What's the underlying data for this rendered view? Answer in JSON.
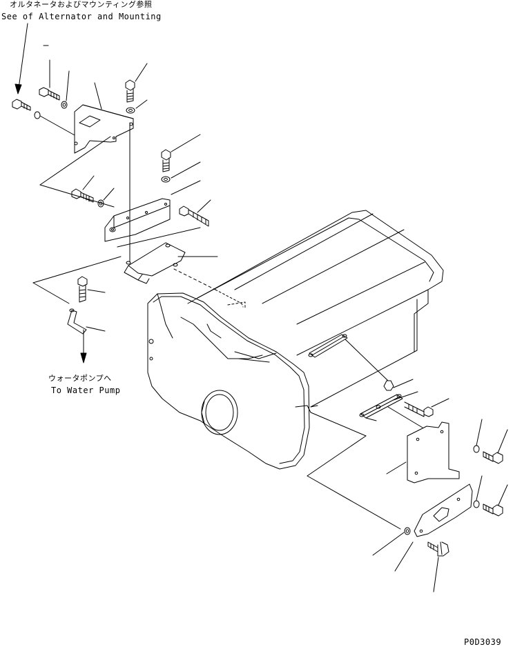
{
  "references": {
    "alternator": {
      "jp": "オルタネータおよびマウンティング参照",
      "en": "See of Alternator and Mounting"
    },
    "water_pump": {
      "jp": "ウォータポンプへ",
      "en": "To Water Pump"
    }
  },
  "drawing_code": "P0D3039",
  "colors": {
    "line": "#000000",
    "background": "#ffffff"
  },
  "icons": [
    "arrow-down-icon"
  ]
}
